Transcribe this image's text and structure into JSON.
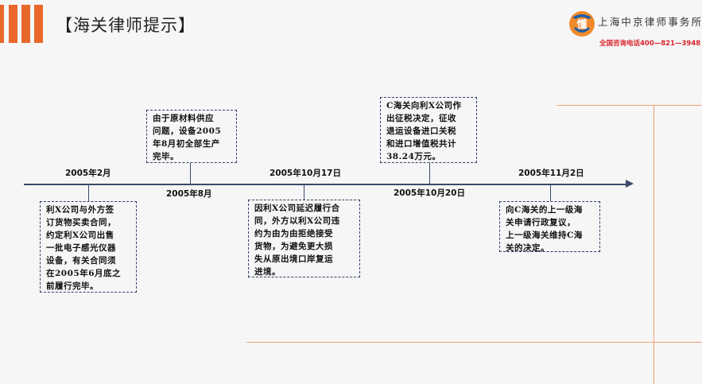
{
  "header": {
    "title": "【海关律师提示】"
  },
  "logo": {
    "mark_text": "懂",
    "name": "上海中京律师事务所",
    "phone": "全国咨询电话400—821—3948"
  },
  "timeline": {
    "events": [
      {
        "date": "2005年2月",
        "lines": [
          "利X公司与外方签",
          "订货物买卖合同，",
          "约定利X公司出售",
          "一批电子感光仪器",
          "设备，有关合同须",
          "在2005年6月底之",
          "前履行完毕。"
        ]
      },
      {
        "date": "2005年8月",
        "lines": [
          "由于原材料供应",
          "问题，设备2005",
          "年8月初全部生产",
          "完毕。"
        ]
      },
      {
        "date": "2005年10月17日",
        "lines": [
          "因利X公司延迟履行合",
          "同，外方以利X公司违",
          "约为由为由拒绝接受",
          "货物，为避免更大损",
          "失从原出境口岸复运",
          "进境。"
        ]
      },
      {
        "date": "2005年10月20日",
        "lines": [
          "C海关向利X公司作",
          "出征税决定，征收",
          "退运设备进口关税",
          "和进口增值税共计",
          "38.24万元。"
        ]
      },
      {
        "date": "2005年11月2日",
        "lines": [
          "向C海关的上一级海",
          "关申请行政复议，",
          "上一级海关维持C海",
          "关的决定。"
        ]
      }
    ]
  },
  "colors": {
    "accent": "#e8682b",
    "axis": "#3a4a6a",
    "phone": "#d8232a"
  }
}
